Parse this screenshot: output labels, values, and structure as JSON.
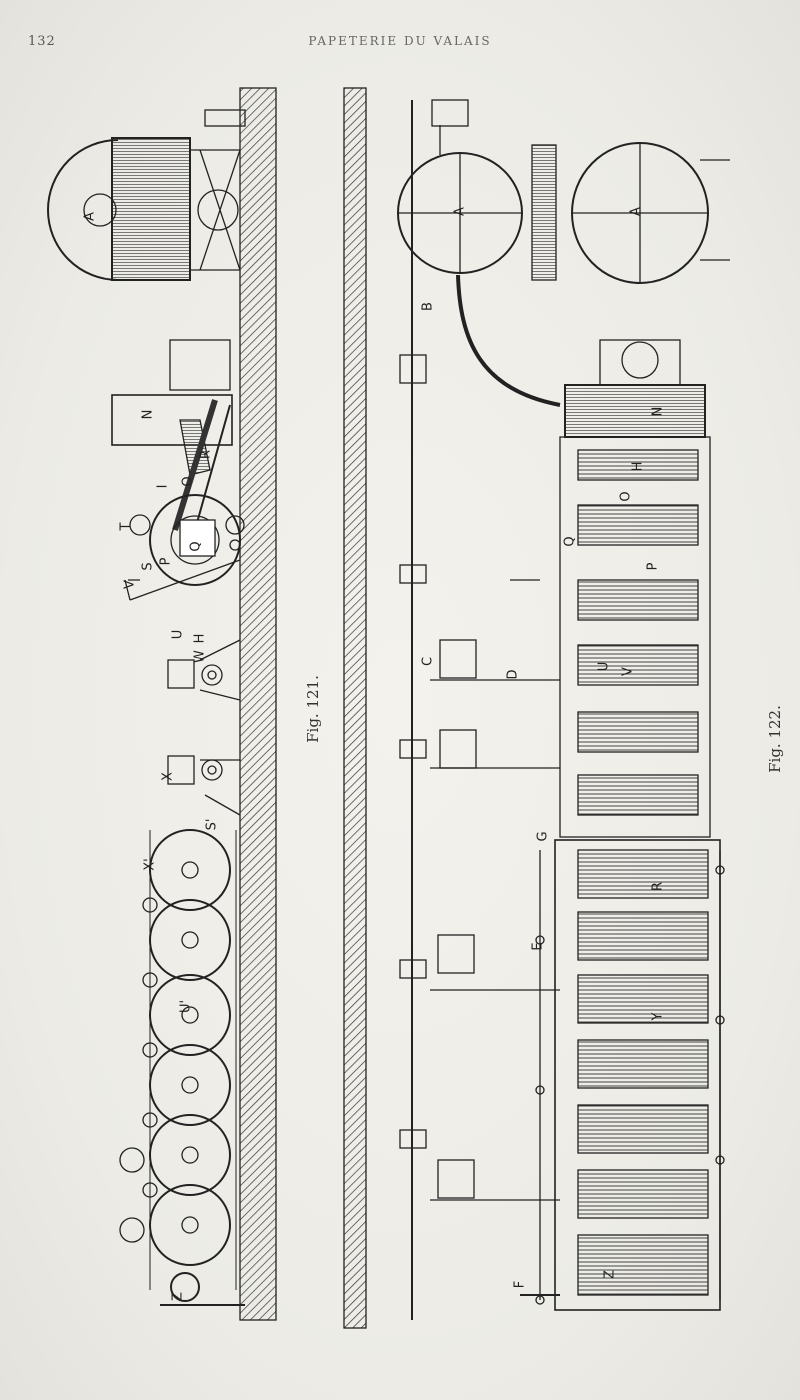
{
  "header": {
    "page_number": "132",
    "running_title": "PAPETERIE DU VALAIS"
  },
  "figures": [
    {
      "id": "fig121",
      "caption": "Fig. 121."
    },
    {
      "id": "fig122",
      "caption": "Fig. 122."
    }
  ],
  "labels_fig121": {
    "A": "A",
    "N": "N",
    "O": "O",
    "R": "R",
    "Q": "Q",
    "P": "P",
    "S": "S",
    "T": "T",
    "V": "V",
    "U": "U",
    "W": "W",
    "H": "H",
    "X": "X",
    "Z": "Z",
    "S_prime": "S'",
    "U_prime": "U'",
    "X_prime": "X'",
    "I": "I"
  },
  "labels_fig122": {
    "A": "A",
    "B": "B",
    "C": "C",
    "D": "D",
    "E": "E",
    "F": "F",
    "G": "G",
    "H": "H",
    "N": "N",
    "O": "O",
    "Q": "Q",
    "P": "P",
    "U": "U",
    "V": "V",
    "R": "R",
    "Y": "Y",
    "Z": "Z"
  }
}
